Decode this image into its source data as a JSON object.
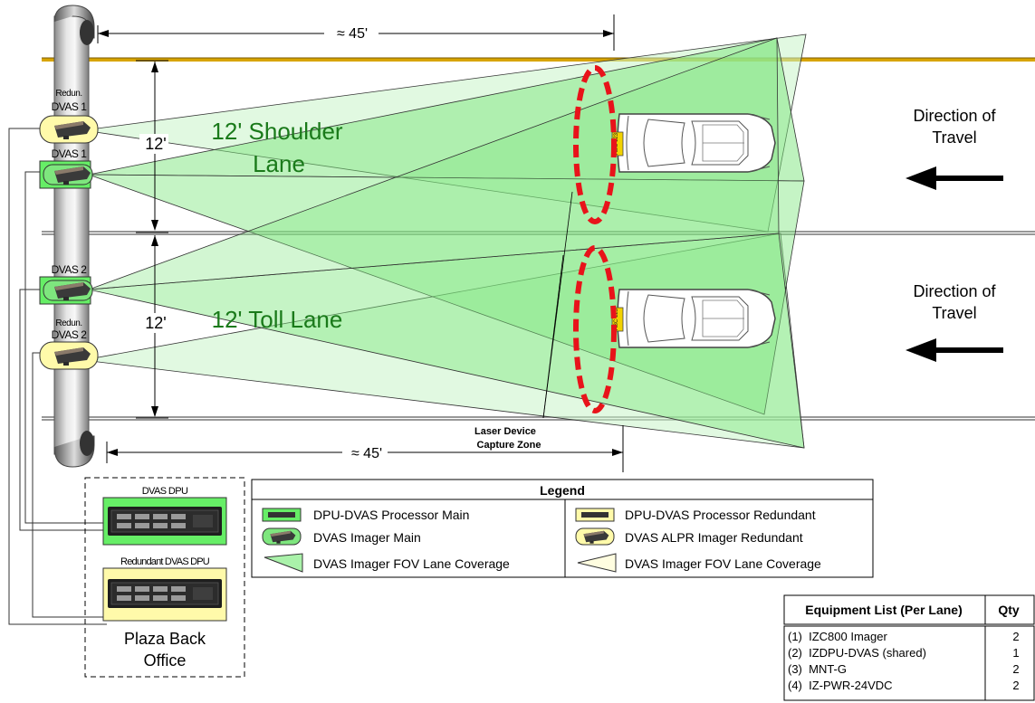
{
  "dimensions": {
    "top_width": "≈ 45'",
    "bottom_width": "≈ 45'",
    "shoulder_height": "12'",
    "toll_height": "12'"
  },
  "lanes": {
    "shoulder_label_line1": "12' Shoulder",
    "shoulder_label_line2": "Lane",
    "toll_label": "12' Toll Lane"
  },
  "direction": {
    "top_line1": "Direction of",
    "top_line2": "Travel",
    "bottom_line1": "Direction of",
    "bottom_line2": "Travel"
  },
  "devices": {
    "redun_dvas1_line1": "Redun.",
    "redun_dvas1_line2": "DVAS 1",
    "dvas1": "DVAS 1",
    "dvas2": "DVAS 2",
    "redun_dvas2_line1": "Redun.",
    "redun_dvas2_line2": "DVAS 2"
  },
  "capture_zone": {
    "line1": "Laser Device",
    "line2": "Capture Zone"
  },
  "vehicles": {
    "plate_top": "ABC 123",
    "plate_bottom": "ABC 123"
  },
  "back_office": {
    "dpu_label": "DVAS DPU",
    "redundant_dpu_label": "Redundant DVAS DPU",
    "title_line1": "Plaza Back",
    "title_line2": "Office"
  },
  "legend": {
    "title": "Legend",
    "left": [
      "DPU-DVAS Processor Main",
      "DVAS Imager Main",
      "DVAS Imager FOV Lane Coverage"
    ],
    "right": [
      "DPU-DVAS Processor Redundant",
      "DVAS ALPR Imager Redundant",
      "DVAS Imager FOV Lane Coverage"
    ]
  },
  "equipment": {
    "header_item": "Equipment List (Per Lane)",
    "header_qty": "Qty",
    "rows": [
      {
        "item": "(1)  IZC800 Imager",
        "qty": "2"
      },
      {
        "item": "(2)  IZDPU-DVAS (shared)",
        "qty": "1"
      },
      {
        "item": "(3)  MNT-G",
        "qty": "2"
      },
      {
        "item": "(4)  IZ-PWR-24VDC",
        "qty": "2"
      }
    ]
  },
  "colors": {
    "main_green": "#66ee66",
    "fov_green": "#aaf2aa",
    "redundant_yellow": "#fffaaa",
    "shoulder_line": "#d8a400",
    "capture_red": "#e8131a",
    "lane_text_green": "#1a7a1a"
  }
}
